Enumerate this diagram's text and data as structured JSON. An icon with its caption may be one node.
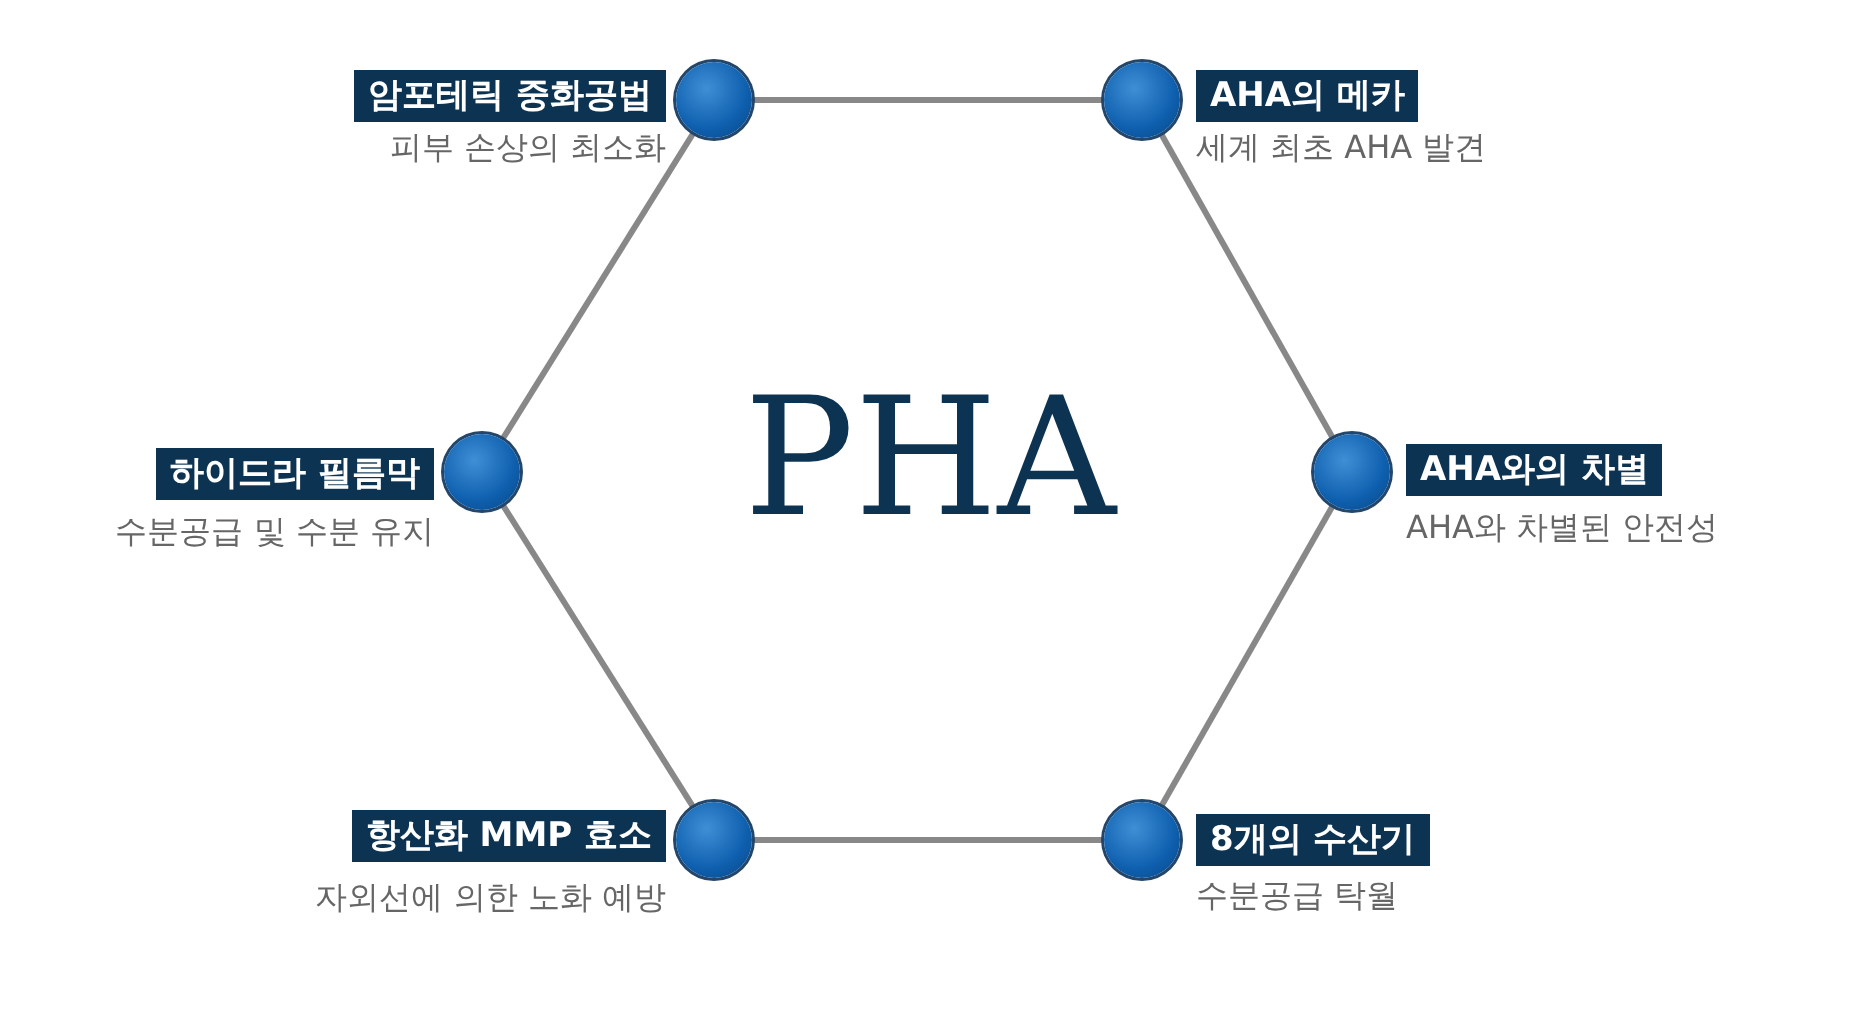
{
  "diagram": {
    "nodes": [
      {
        "text": [],
        "shape": "circle",
        "beside": [
          "암포테릭 중화공법",
          "피부 손상의 최소화"
        ]
      },
      {
        "text": [],
        "shape": "circle",
        "beside": [
          "AHA의 메카",
          "세계 최초 AHA 발견"
        ]
      },
      {
        "text": [],
        "shape": "circle",
        "beside": [
          "하이드라 필름막",
          "수분공급 및 수분 유지"
        ]
      },
      {
        "text": [],
        "shape": "circle",
        "beside": [
          "AHA와의 차별",
          "AHA와 차별된 안전성"
        ]
      },
      {
        "text": [],
        "shape": "circle",
        "beside": [
          "항산화 MMP 효소",
          "자외선에 의한 노화 예방"
        ]
      },
      {
        "text": [],
        "shape": "circle",
        "beside": [
          "8개의 수산기",
          "수분공급 탁월"
        ]
      }
    ],
    "edges": [
      {
        "from": 0,
        "to": 1,
        "arrow": "none"
      },
      {
        "from": 1,
        "to": 3,
        "arrow": "none"
      },
      {
        "from": 3,
        "to": 5,
        "arrow": "none"
      },
      {
        "from": 5,
        "to": 4,
        "arrow": "none"
      },
      {
        "from": 4,
        "to": 2,
        "arrow": "none"
      },
      {
        "from": 2,
        "to": 0,
        "arrow": "none"
      }
    ],
    "labels": [
      "PHA"
    ]
  }
}
